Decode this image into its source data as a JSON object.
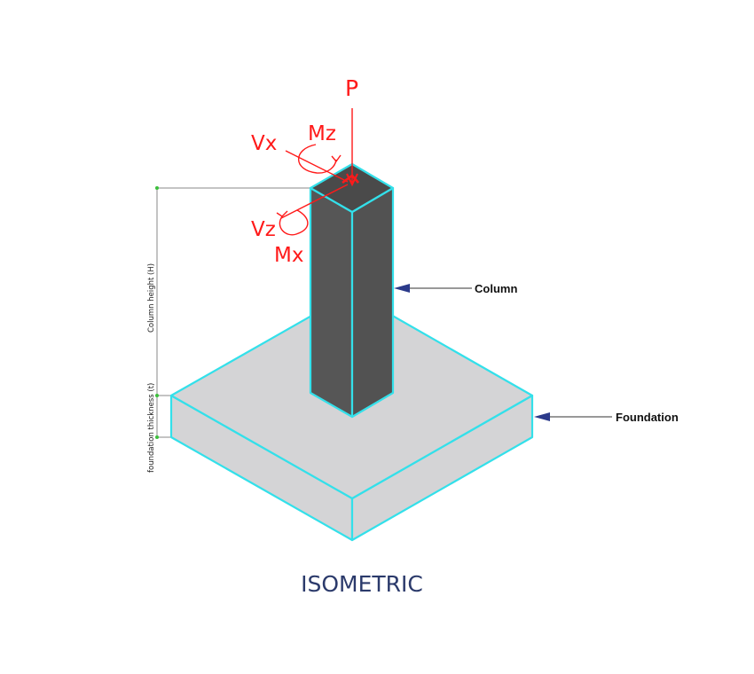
{
  "diagram": {
    "title": "ISOMETRIC",
    "callouts": {
      "column": "Column",
      "foundation": "Foundation"
    },
    "dimensions": {
      "column_height": "Column height (H)",
      "foundation_thickness": "foundation thickness (t)"
    },
    "loads": {
      "p": "P",
      "vx": "Vx",
      "mz": "Mz",
      "vz": "Vz",
      "mx": "Mx"
    },
    "colors": {
      "outline": "#33e0ea",
      "column_face": "#555555",
      "slab_face": "#d4d4d6",
      "load": "#ff1a1a",
      "title": "#2b3a6b",
      "arrow_head": "#2b3a8a"
    }
  }
}
